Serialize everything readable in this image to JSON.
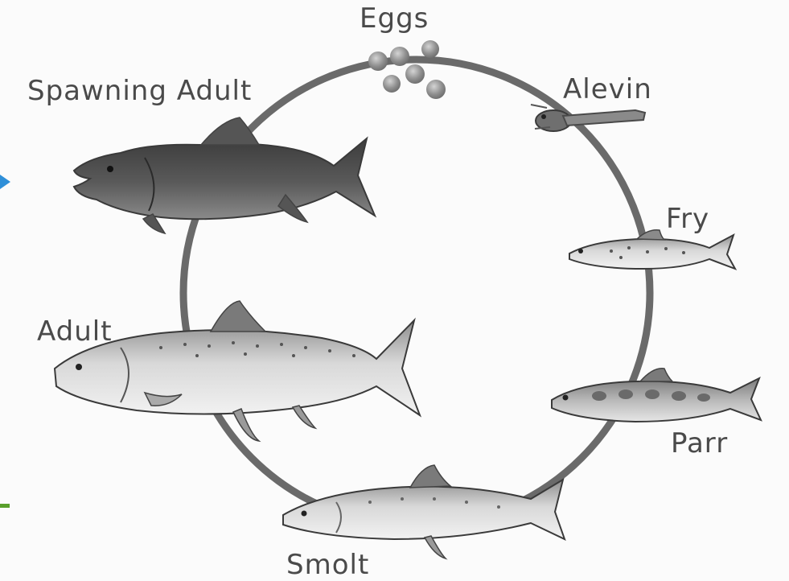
{
  "diagram": {
    "labels": {
      "eggs": "Eggs",
      "alevin": "Alevin",
      "fry": "Fry",
      "parr": "Parr",
      "smolt": "Smolt",
      "adult": "Adult",
      "spawning_adult": "Spawning Adult"
    }
  },
  "colors": {
    "background": "#fbfbfb",
    "cycle_ring": "#6a6a6a",
    "label_text": "#4a4a4a",
    "edge_arrow_blue": "#2f8fd8",
    "edge_bar_green": "#5aa02c"
  }
}
